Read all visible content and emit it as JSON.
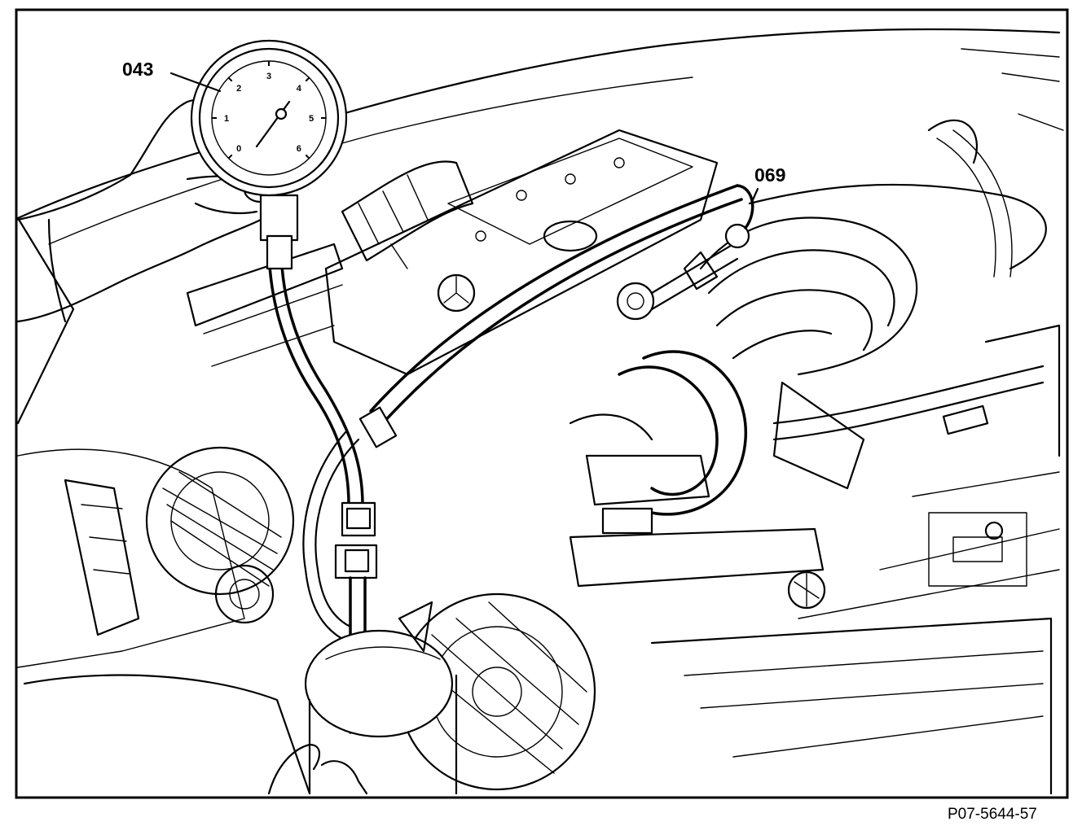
{
  "figure": {
    "callouts": [
      {
        "id": "gauge",
        "label": "043"
      },
      {
        "id": "connector",
        "label": "069"
      }
    ],
    "reference": "P07-5644-57",
    "gauge_scale": [
      "0",
      "1",
      "2",
      "3",
      "4",
      "5",
      "6"
    ]
  }
}
